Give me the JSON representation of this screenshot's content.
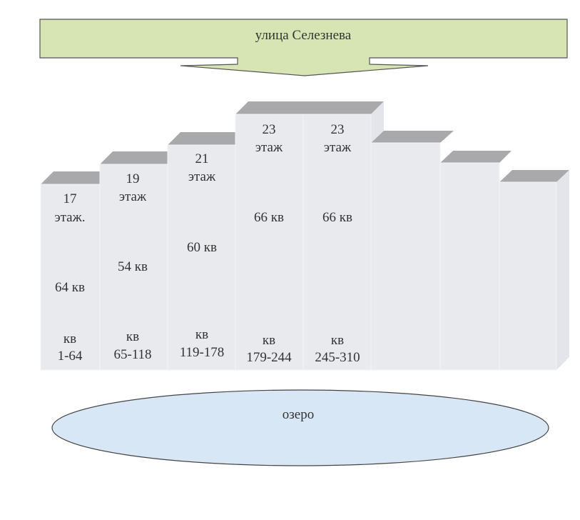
{
  "street": {
    "label": "улица Селезнева",
    "color": "#d7e4b4"
  },
  "lake": {
    "label": "озеро",
    "color": "#d8e7f5"
  },
  "buildings": [
    {
      "floors": "17",
      "floors_word": "этаж.",
      "apartments": "64 кв",
      "range_word": "кв",
      "range": "1-64"
    },
    {
      "floors": "19",
      "floors_word": "этаж",
      "apartments": "54 кв",
      "range_word": "кв",
      "range": "65-118"
    },
    {
      "floors": "21",
      "floors_word": "этаж",
      "apartments": "60 кв",
      "range_word": "кв",
      "range": "119-178"
    },
    {
      "floors": "23",
      "floors_word": "этаж",
      "apartments": "66 кв",
      "range_word": "кв",
      "range": "179-244"
    },
    {
      "floors": "23",
      "floors_word": "этаж",
      "apartments": "66 кв",
      "range_word": "кв",
      "range": "245-310"
    },
    {},
    {},
    {}
  ]
}
